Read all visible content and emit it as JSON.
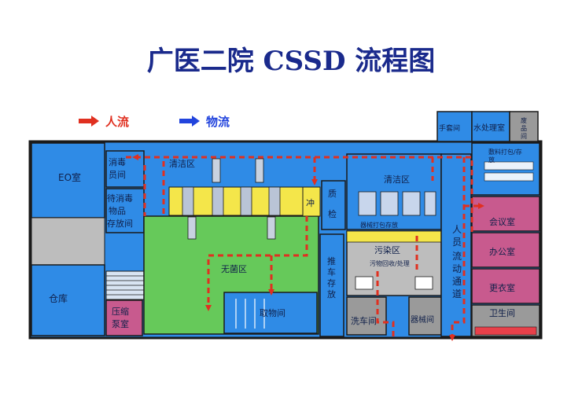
{
  "title": "广医二院 CSSD 流程图",
  "legend": {
    "people_flow": {
      "label": "人流",
      "color": "#e03020"
    },
    "material_flow": {
      "label": "物流",
      "color": "#2244dd"
    }
  },
  "colors": {
    "blue_room": "#2f8be6",
    "green_room": "#66c95a",
    "pink_room": "#c85a8e",
    "gray_room": "#9a9a9a",
    "people_path": "#e03020"
  },
  "rooms": {
    "eo_room": "EO室",
    "disinfect_staff_1": "消毒",
    "disinfect_staff_2": "员间",
    "pending_1": "待消毒",
    "pending_2": "物品",
    "pending_3": "存放间",
    "warehouse": "仓库",
    "compressor_1": "压缩",
    "compressor_2": "泵室",
    "clean_area_left": "清洁区",
    "rinse": "冲",
    "qc_1": "质",
    "qc_2": "检",
    "sterile_area": "无菌区",
    "pickup_room": "取物间",
    "cart_1": "推",
    "cart_2": "车",
    "cart_3": "存",
    "cart_4": "放",
    "clean_area_right": "清洁区",
    "packing_storage": "器械打包存放",
    "contaminated_area": "污染区",
    "contaminated_sub": "污物回收/处理",
    "car_wash": "洗车间",
    "mould_room": "器械间",
    "hand_wash": "手套间",
    "water_treatment": "水处理室",
    "waste_1": "废",
    "waste_2": "品",
    "waste_3": "间",
    "dressing_packing_1": "敷料打包/存",
    "dressing_packing_2": "放",
    "meeting_room": "会议室",
    "office": "办公室",
    "locker_room": "更衣室",
    "bathroom": "卫生间",
    "staff_corridor_1": "人",
    "staff_corridor_2": "员",
    "staff_corridor_3": "流",
    "staff_corridor_4": "动",
    "staff_corridor_5": "通",
    "staff_corridor_6": "道"
  }
}
